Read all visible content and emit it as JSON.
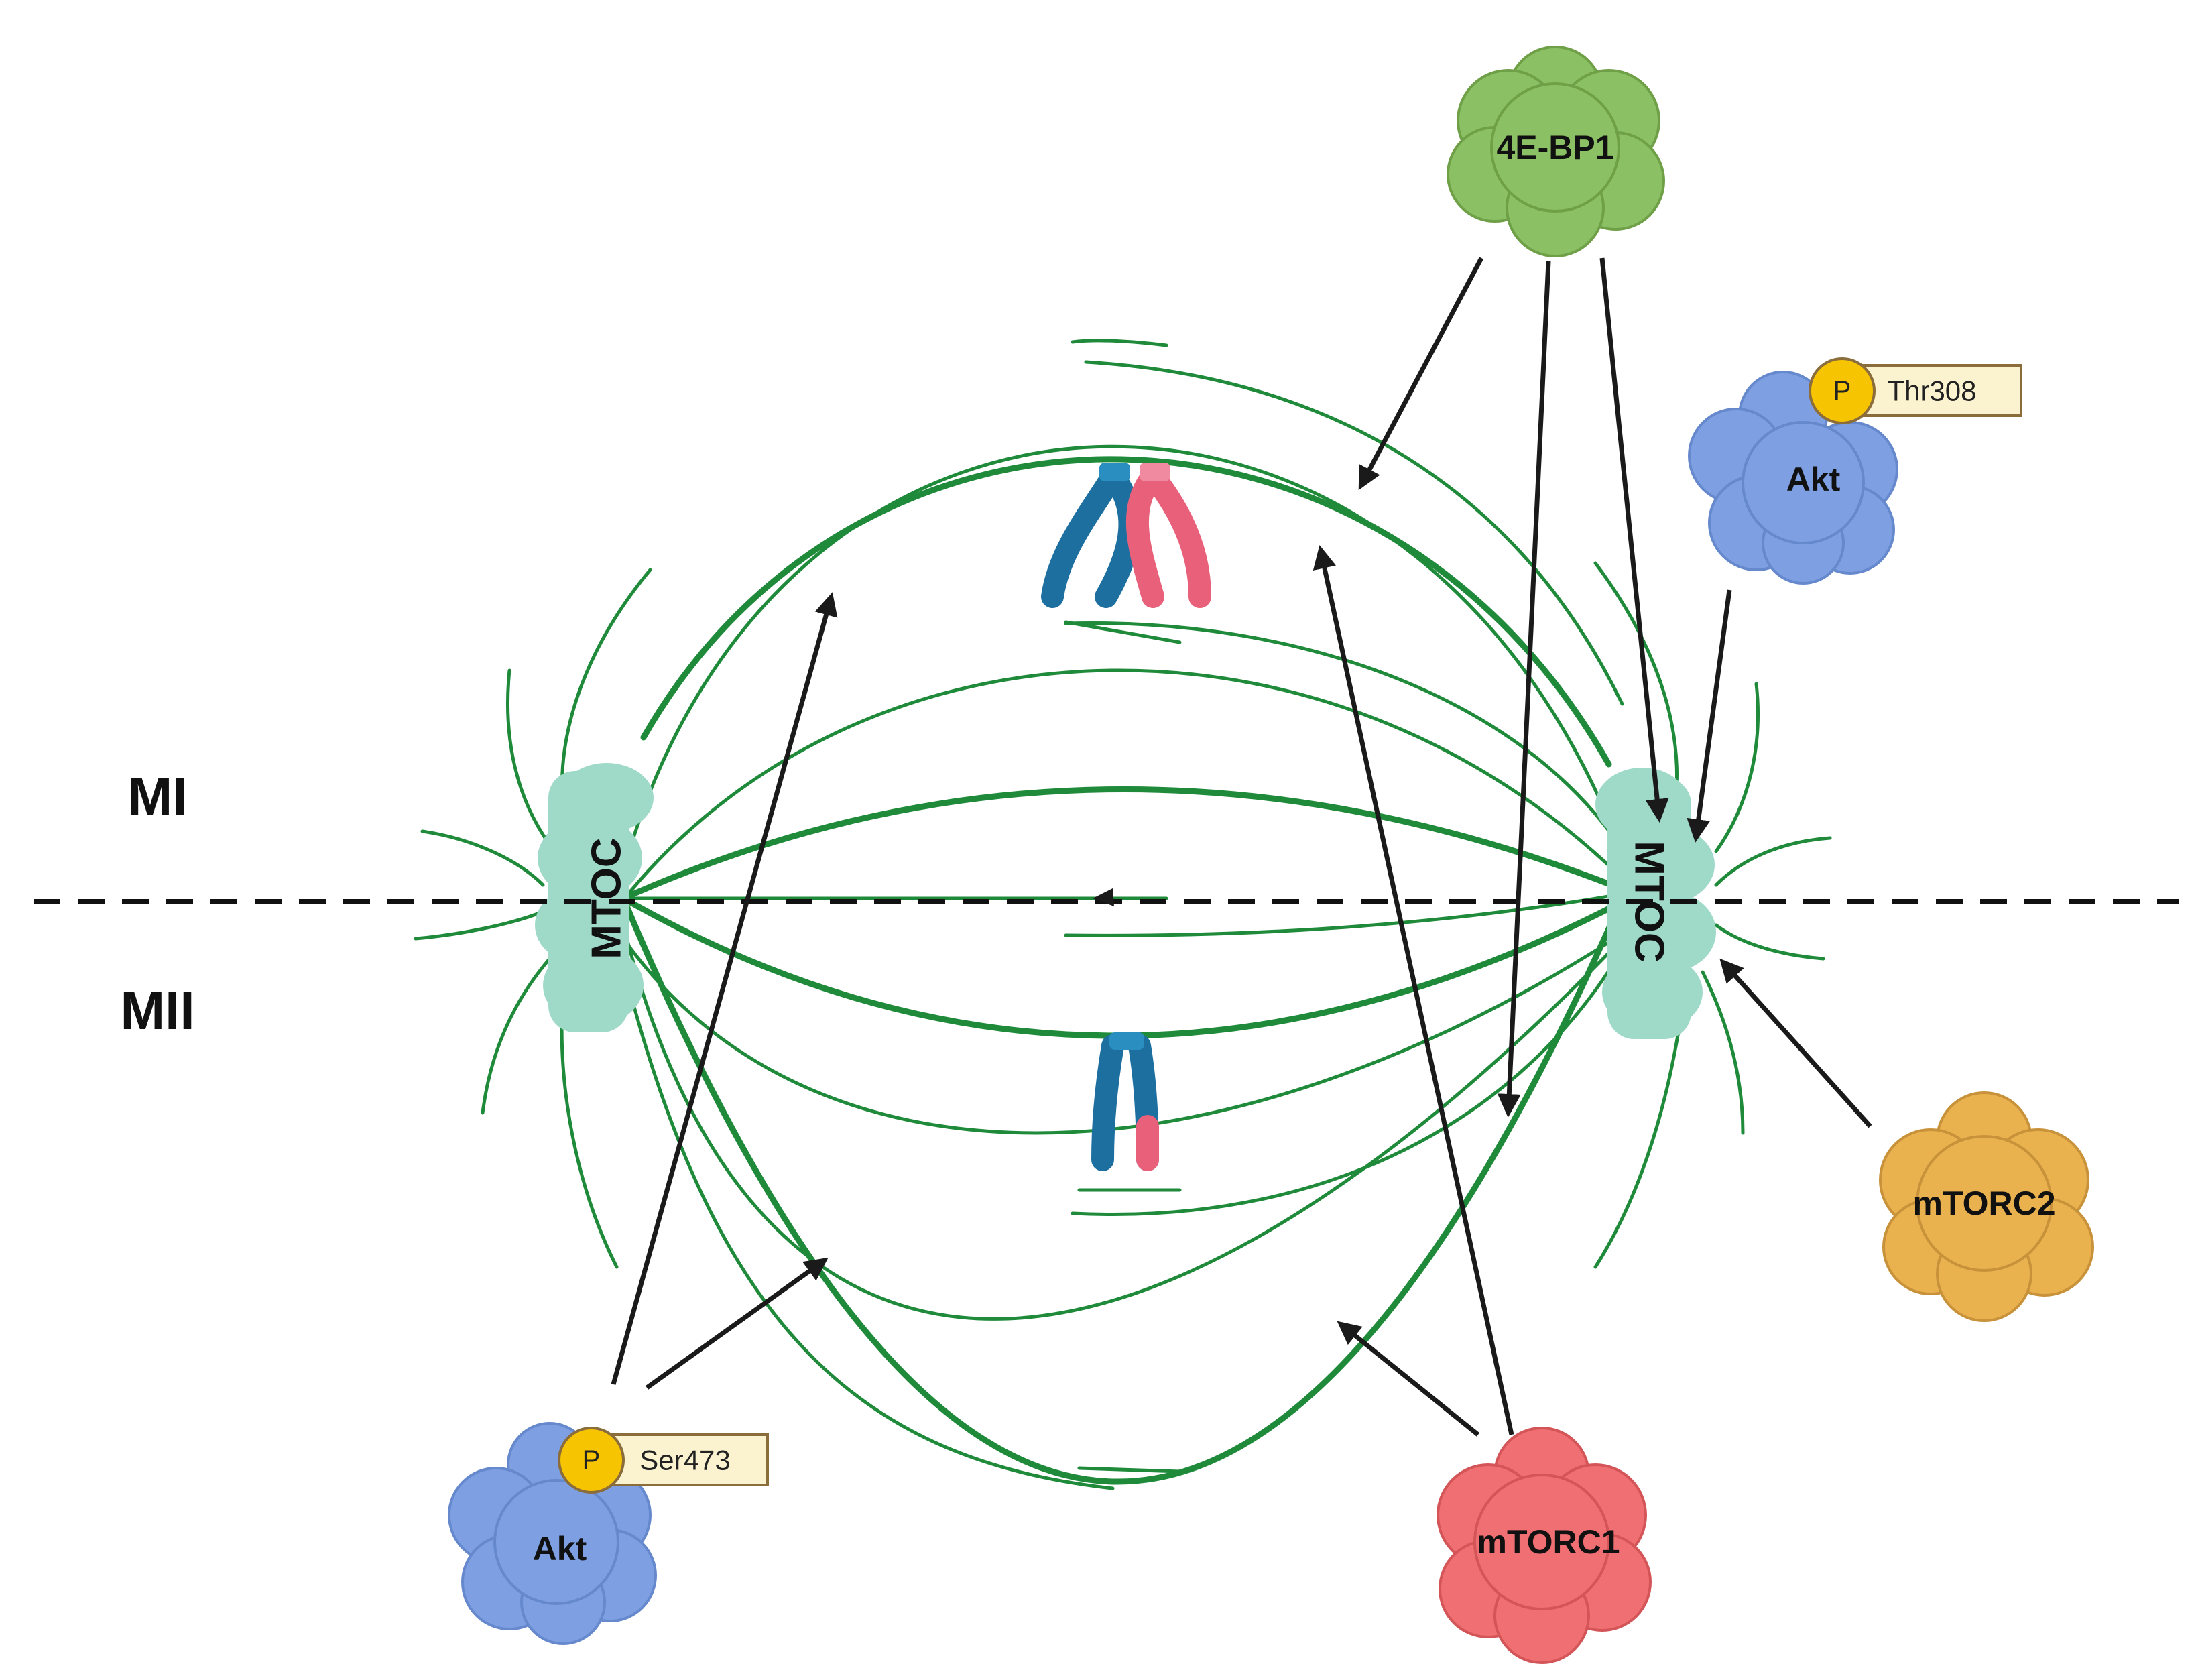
{
  "phases": {
    "top": "MI",
    "bottom": "MII"
  },
  "mtoc": {
    "left": "MTOC",
    "right": "MTOC"
  },
  "proteins": {
    "e4bp1": "4E-BP1",
    "akt_top": "Akt",
    "akt_bottom": "Akt",
    "mtorc1": "mTORC1",
    "mtorc2": "mTORC2"
  },
  "phospho": {
    "symbol": "P",
    "akt_top_site": "Thr308",
    "akt_bottom_site": "Ser473"
  },
  "colors": {
    "microtubule": "#1e8a3a",
    "mtoc": "#9fd9c8",
    "e4bp1": "#8cc064",
    "akt": "#7ea0e3",
    "mtorc1": "#ef6f72",
    "mtorc2": "#e9b24f",
    "phospho_circle": "#f6c400",
    "site_box": "#fbf3cf",
    "chromosome_blue": "#1d6fa0",
    "chromosome_pink": "#e8607a",
    "arrow": "#1a1a1a"
  }
}
